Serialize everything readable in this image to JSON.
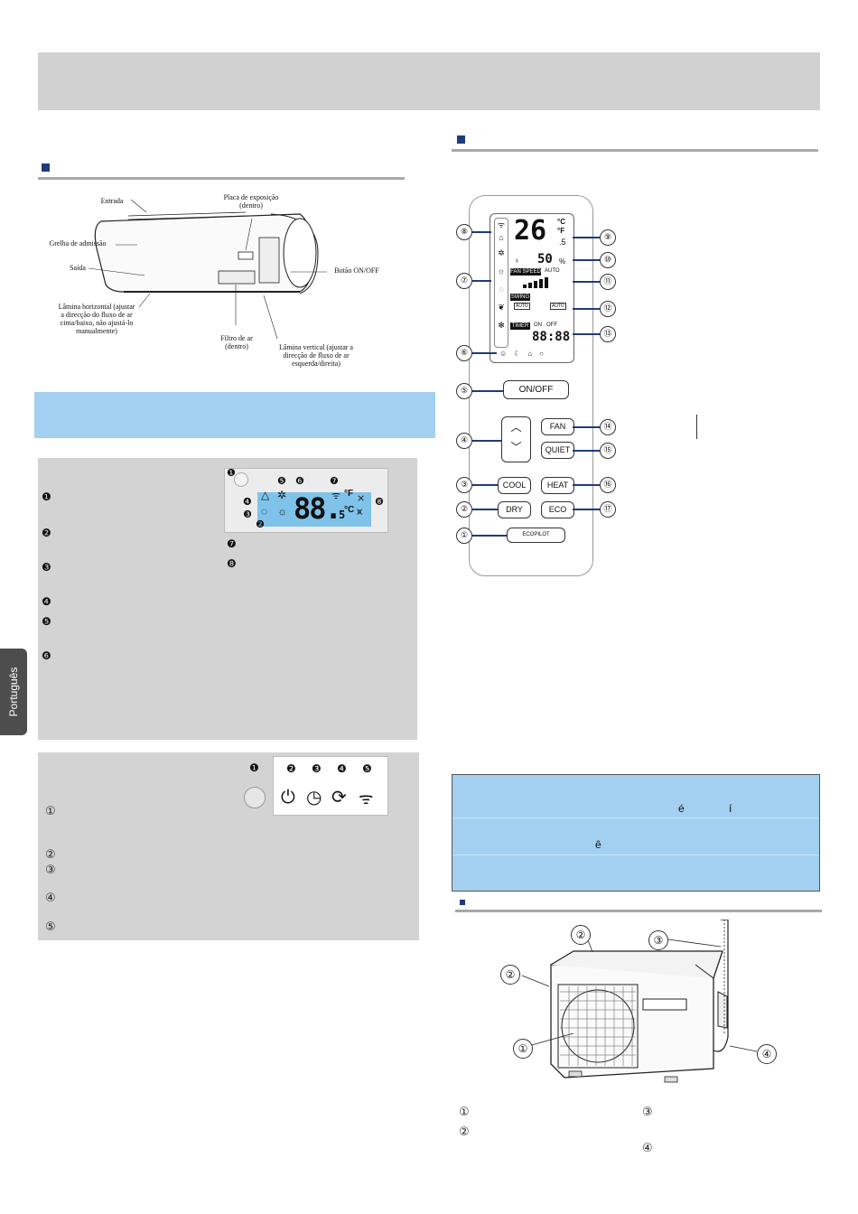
{
  "page": {
    "language_tab": "Português"
  },
  "indoor_unit_diagram": {
    "labels": {
      "entrada": "Entrada",
      "placa": "Placa de exposição\n(dentro)",
      "grelha": "Grelha de admissão",
      "saida": "Saída",
      "botao": "Botão ON/OFF",
      "lamina_horizontal": "Lâmina horizontal (ajustar\na direcção do fluxo de ar\ncima/baixo, não ajustá-lo\nmanualmente)",
      "filtro": "Filtro de ar\n(dentro)",
      "lamina_vertical": "Lâmina vertical (ajustar a\ndirecção de fluxo de ar\nesquerda/direita)"
    }
  },
  "display_panel_1": {
    "bullets": [
      "❶",
      "❷",
      "❸",
      "❹",
      "❺",
      "❻",
      "❼",
      "❽"
    ],
    "lcd_callouts": [
      "❶",
      "❷",
      "❸",
      "❹",
      "❺",
      "❻",
      "❼",
      "❽"
    ],
    "lcd_digits": "88.",
    "lcd_unit_f": "°F",
    "lcd_unit_c": "°C",
    "lcd_small": "5"
  },
  "display_panel_2": {
    "bullets": [
      "①",
      "②",
      "③",
      "④",
      "⑤"
    ],
    "callouts": [
      "❶",
      "❷",
      "❸",
      "❹",
      "❺"
    ]
  },
  "remote": {
    "display": {
      "temp": "26",
      "unit_c": "°C",
      "unit_f": "°F",
      "half": ".5",
      "humidity": "50",
      "humidity_unit": "%",
      "fan_speed_label": "FAN SPEED",
      "fan_auto": "AUTO",
      "swing_label": "SWING",
      "swing_auto_1": "AUTO",
      "swing_auto_2": "AUTO",
      "timer_label": "TIMER",
      "timer_on": "ON",
      "timer_off": "OFF",
      "timer_value": "88:88"
    },
    "buttons": {
      "onoff": "ON/OFF",
      "fan": "FAN",
      "quiet": "QUIET",
      "cool": "COOL",
      "heat": "HEAT",
      "dry": "DRY",
      "eco": "ECO",
      "ecopilot": "ECOPILOT"
    },
    "callouts": [
      "①",
      "②",
      "③",
      "④",
      "⑤",
      "⑥",
      "⑦",
      "⑧",
      "⑨",
      "⑩",
      "⑪",
      "⑫",
      "⑬",
      "⑭",
      "⑮",
      "⑯",
      "⑰"
    ]
  },
  "info_box": {
    "row1_chars": [
      "é",
      "í"
    ],
    "row2_chars": [
      "ê"
    ]
  },
  "outdoor_unit": {
    "callouts": [
      "①",
      "②",
      "②",
      "③",
      "④"
    ],
    "legend": [
      "①",
      "②",
      "③",
      "④"
    ]
  },
  "colors": {
    "accent_navy": "#1f3b7a",
    "light_blue": "#a3d0f0",
    "panel_grey": "#d3d3d4",
    "header_grey": "#d1d1d1"
  }
}
